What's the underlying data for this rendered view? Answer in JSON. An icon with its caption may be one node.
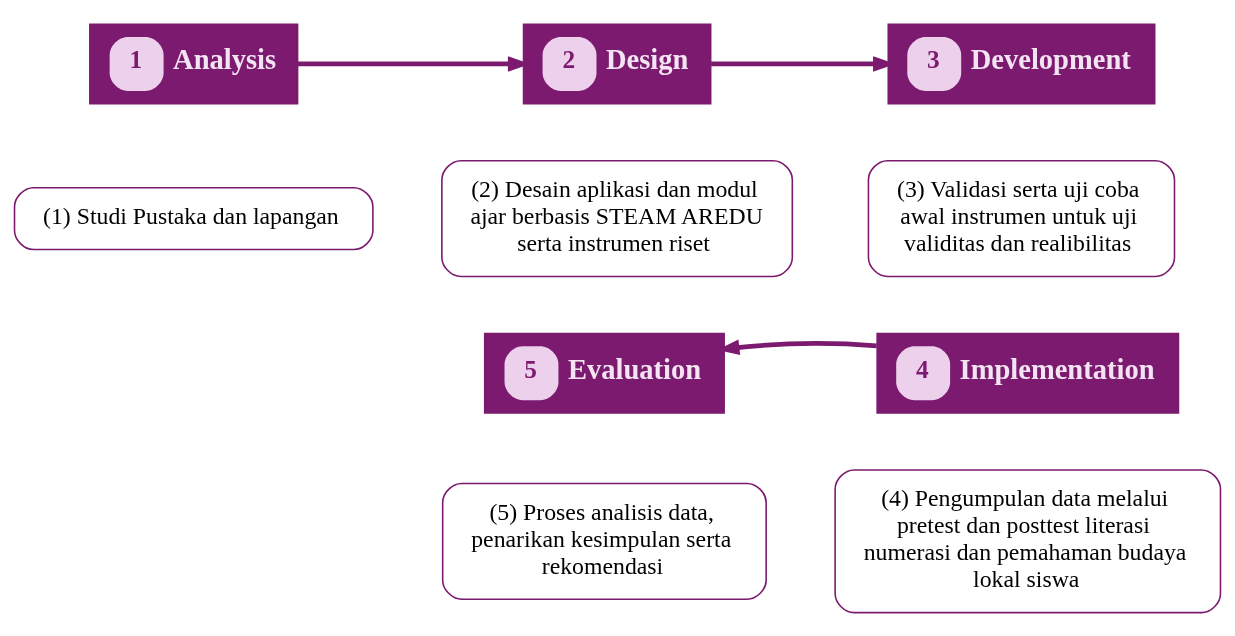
{
  "diagram": {
    "nodes": [
      {
        "text": [
          "1",
          "Analysis"
        ]
      },
      {
        "text": [
          "(1) Studi Pustaka dan lapangan"
        ]
      },
      {
        "text": [
          "2",
          "Design"
        ]
      },
      {
        "text": [
          "(2) Desain aplikasi dan modul ajar berbasis STEAM AREDU serta instrumen riset"
        ]
      },
      {
        "text": [
          "3",
          "Development"
        ]
      },
      {
        "text": [
          "(3) Validasi serta uji coba awal instrumen untuk uji validitas dan realibilitas"
        ]
      },
      {
        "text": [
          "5",
          "Evaluation"
        ]
      },
      {
        "text": [
          "(5) Proses analisis data, penarikan kesimpulan serta rekomendasi"
        ]
      },
      {
        "text": [
          "4",
          "Implementation"
        ]
      },
      {
        "text": [
          "(4) Pengumpulan data melalui pretest dan posttest literasi numerasi dan pemahaman budaya lokal siswa"
        ]
      }
    ],
    "edges": [
      {
        "from": 0,
        "to": 2,
        "arrow": "to"
      },
      {
        "from": 2,
        "to": 4,
        "arrow": "to"
      },
      {
        "from": 8,
        "to": 6,
        "arrow": "to"
      }
    ]
  }
}
